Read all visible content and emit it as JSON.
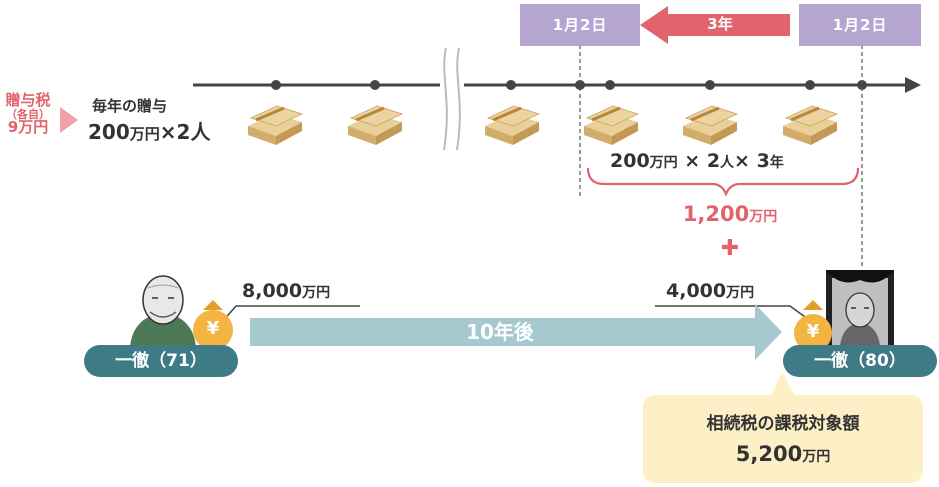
{
  "dates": {
    "left": "1月2日",
    "right": "1月2日"
  },
  "arrow_years": "3年",
  "gift_tax": {
    "line1": "贈与税",
    "line2": "（各自）",
    "line3": "9万円"
  },
  "annual_gift": {
    "line1": "毎年の贈与",
    "amount": "200",
    "unit": "万円",
    "rest": "×2人"
  },
  "calc": {
    "a": "200",
    "a_unit": "万円",
    "b": " × 2",
    "b_unit": "人",
    "c": "× 3",
    "c_unit": "年"
  },
  "total_gift": {
    "amount": "1,200",
    "unit": "万円"
  },
  "plus": "✚",
  "estate_now": {
    "amount": "8,000",
    "unit": "万円"
  },
  "estate_later": {
    "amount": "4,000",
    "unit": "万円"
  },
  "years_later": "10年後",
  "person_now": "一徹（71）",
  "person_later": "一徹（80）",
  "yen": "¥",
  "result": {
    "title": "相続税の課税対象額",
    "amount": "5,200",
    "unit": "万円"
  },
  "colors": {
    "purple": "#b4a6d1",
    "red": "#e2636b",
    "teal": "#3f7b87",
    "arrow": "#a6c8cf",
    "cream": "#fdf0c7",
    "gold": "#f3b441"
  }
}
